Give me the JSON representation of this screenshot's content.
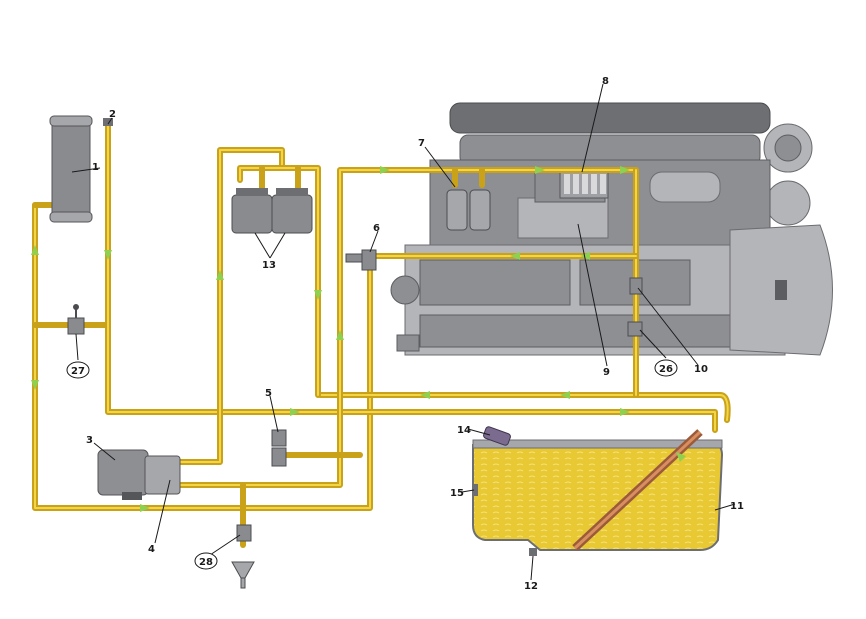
{
  "labels": {
    "l1": "1",
    "l2": "2",
    "l3": "3",
    "l4": "4",
    "l5": "5",
    "l6": "6",
    "l7": "7",
    "l8": "8",
    "l9": "9",
    "l10": "10",
    "l11": "11",
    "l12": "12",
    "l13": "13",
    "l14": "14",
    "l15": "15",
    "l26": "26",
    "l27": "27",
    "l28": "28"
  },
  "colors": {
    "fuel_pipe": "#c9a21a",
    "fuel_pipe_highlight": "#f3d54a",
    "flow_arrow": "#8fd14f",
    "fuel_fill": "#e8c833",
    "engine_metal": "#8e8f93"
  }
}
